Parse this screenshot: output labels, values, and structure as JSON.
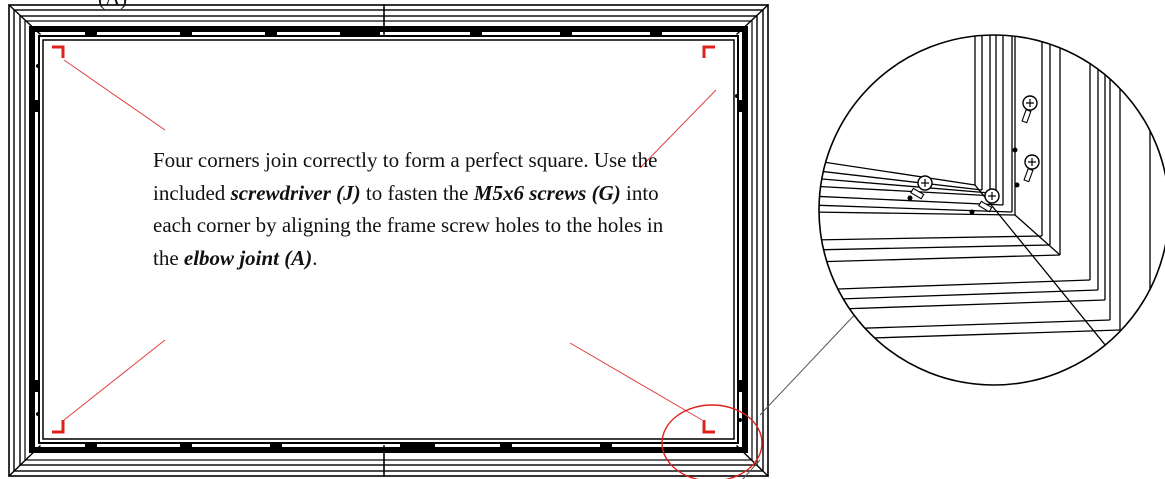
{
  "step_label": "(A)",
  "instruction": {
    "seg1": "Four corners join correctly to form a perfect square. Use the included ",
    "part1": "screwdriver (J)",
    "seg2": " to fasten the ",
    "part2": "M5x6 screws (G)",
    "seg3": " into each corner by aligning the frame screw holes to the holes in the ",
    "part3": "elbow joint (A)",
    "seg4": "."
  },
  "colors": {
    "frame": "#000000",
    "corner_marker": "#e0201b",
    "leader_line": "#e04040",
    "zoom_line": "#555555"
  }
}
